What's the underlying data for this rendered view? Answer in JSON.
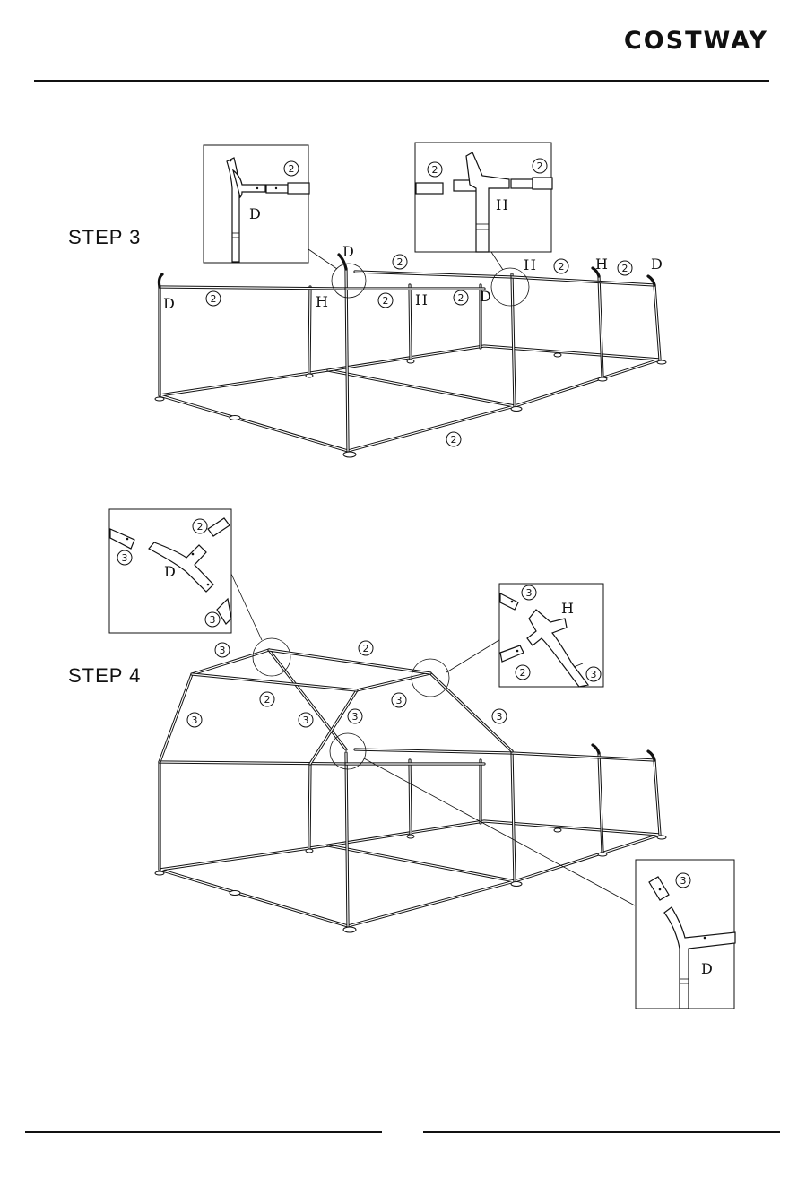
{
  "header": {
    "brand": "COSTWAY"
  },
  "steps": [
    {
      "title": "STEP 3"
    },
    {
      "title": "STEP 4"
    }
  ],
  "parts": {
    "D": "D",
    "H": "H",
    "two": "2",
    "three": "3"
  }
}
